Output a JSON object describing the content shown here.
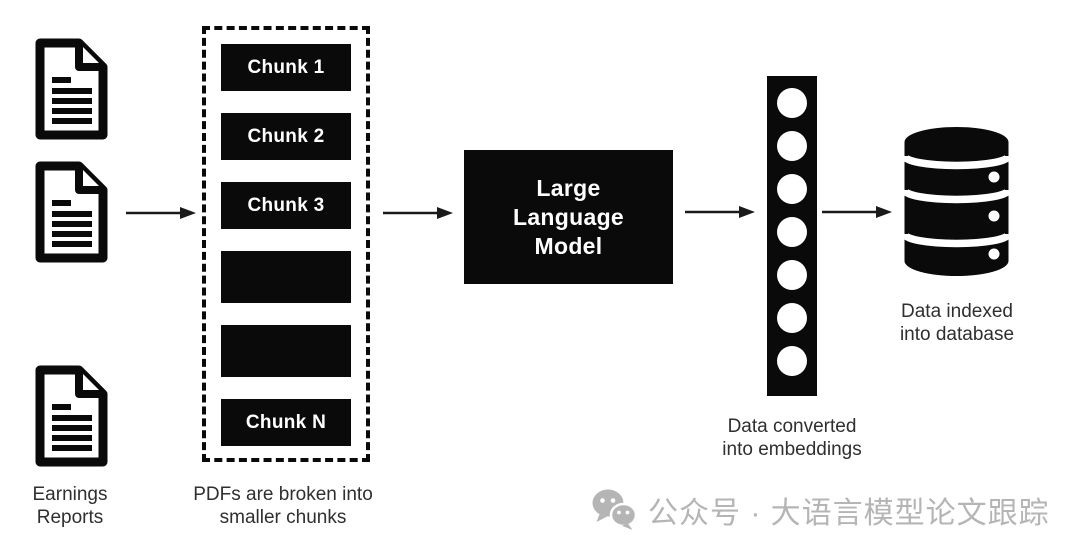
{
  "diagram": {
    "colors": {
      "shape_black": "#0a0a0a",
      "label_text": "#2f2f2f",
      "box_text": "#ffffff",
      "watermark_gray": "#b5b5b5"
    },
    "documents": {
      "caption_line1": "Earnings",
      "caption_line2": "Reports"
    },
    "chunks": {
      "items": [
        {
          "label": "Chunk 1"
        },
        {
          "label": "Chunk 2"
        },
        {
          "label": "Chunk 3"
        },
        {
          "label": ""
        },
        {
          "label": ""
        },
        {
          "label": "Chunk N"
        }
      ],
      "caption_line1": "PDFs are broken into",
      "caption_line2": "smaller chunks"
    },
    "llm": {
      "lines": [
        "Large",
        "Language",
        "Model"
      ]
    },
    "embeddings": {
      "caption_line1": "Data converted",
      "caption_line2": "into embeddings"
    },
    "database": {
      "caption_line1": "Data indexed",
      "caption_line2": "into database"
    },
    "watermark": {
      "text": "公众号 · 大语言模型论文跟踪"
    }
  }
}
